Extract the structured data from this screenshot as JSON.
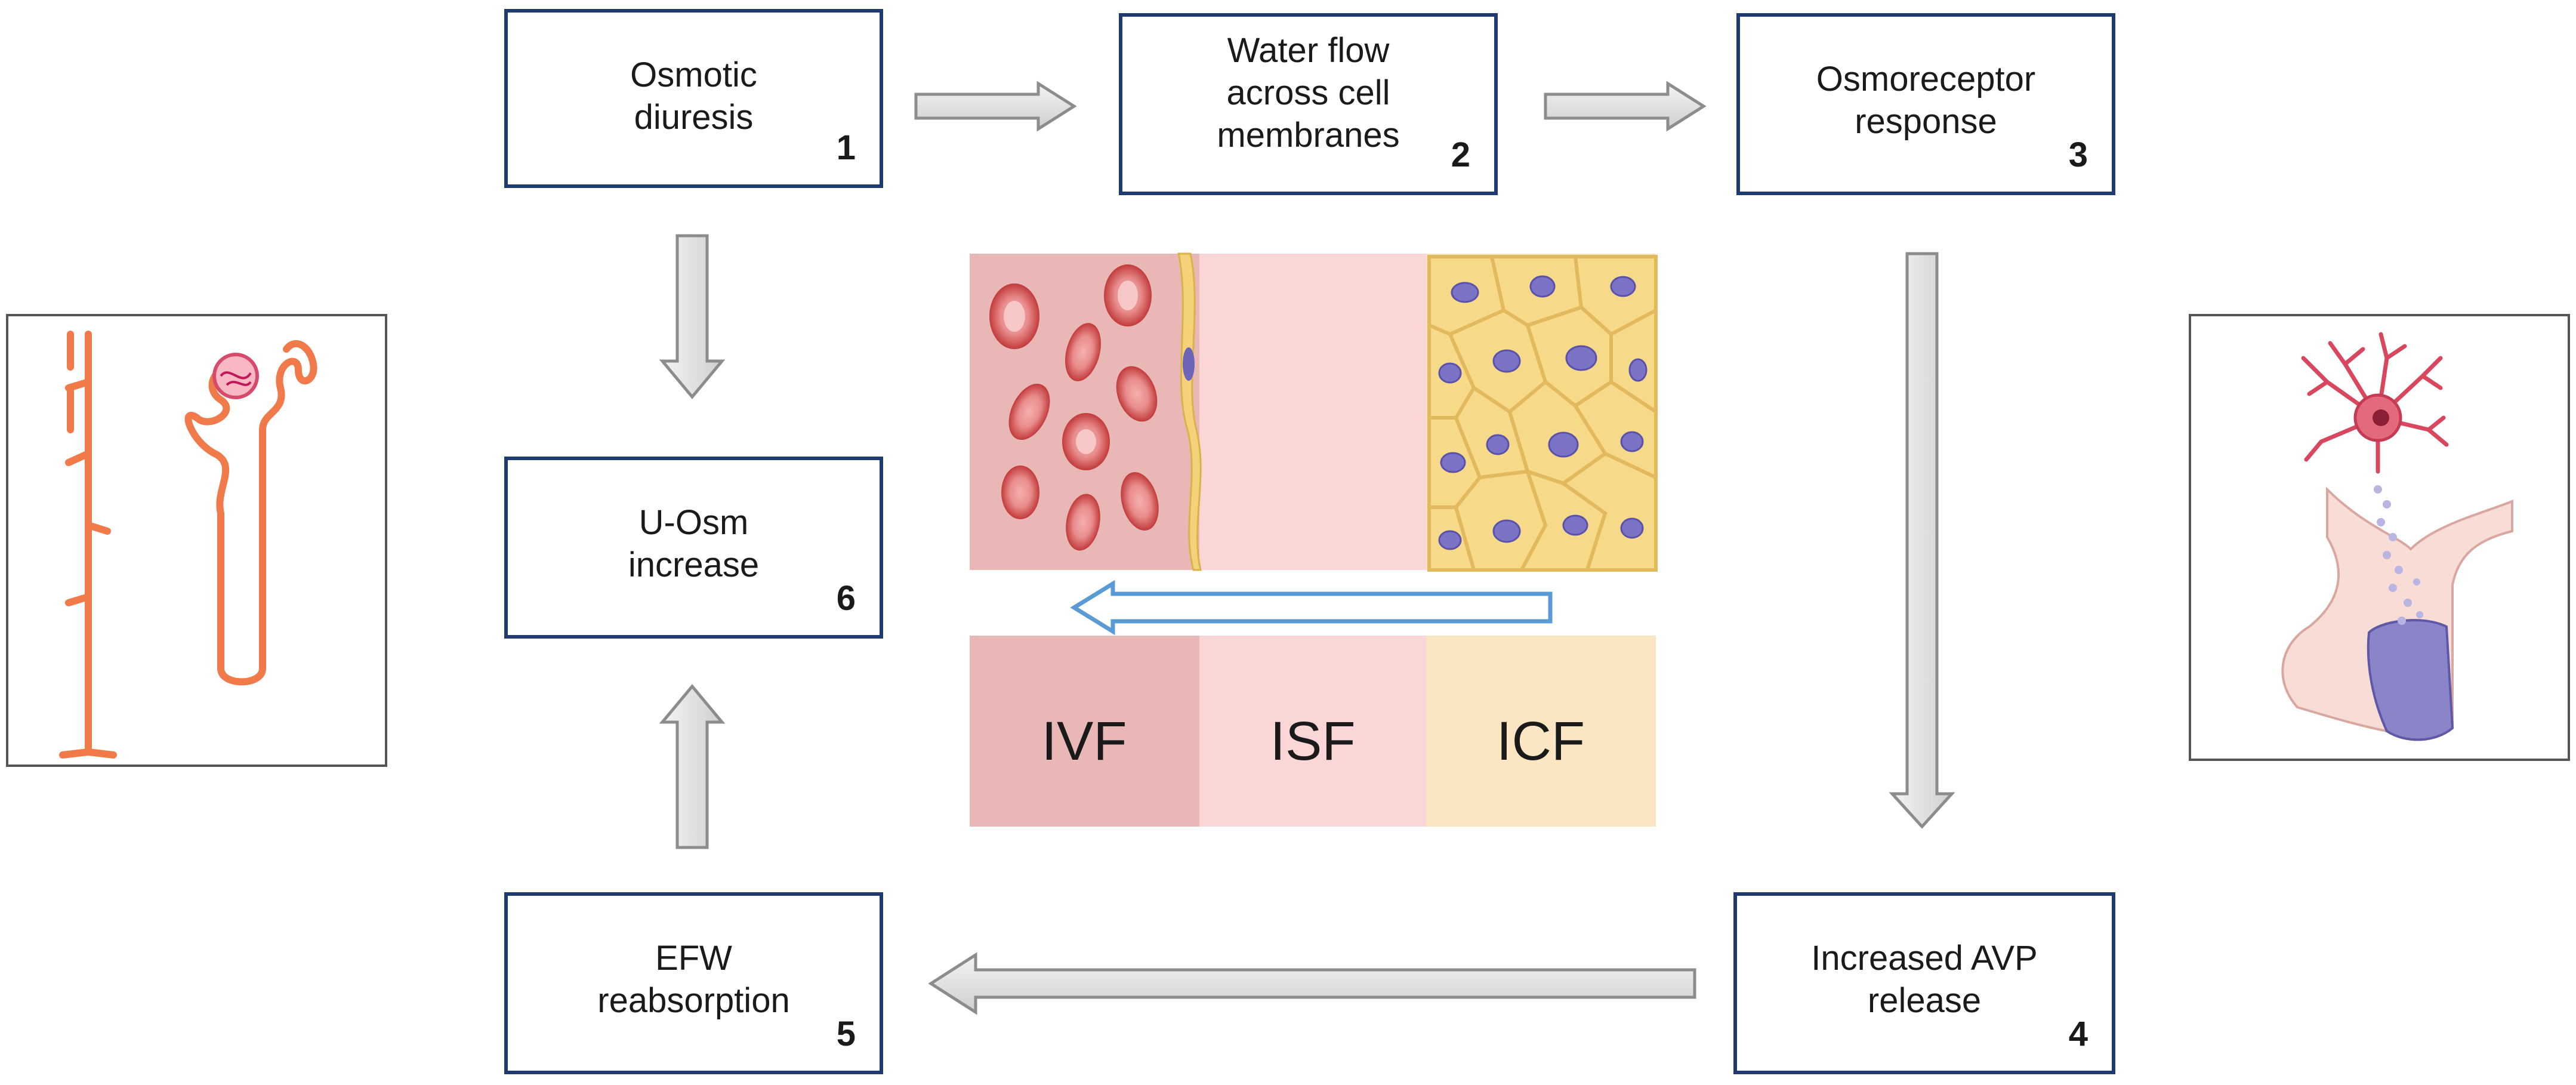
{
  "steps": [
    {
      "id": 1,
      "label": "Osmotic\ndiuresis",
      "number": "1"
    },
    {
      "id": 2,
      "label": "Water flow\nacross cell\nmembranes",
      "number": "2"
    },
    {
      "id": 3,
      "label": "Osmoreceptor\nresponse",
      "number": "3"
    },
    {
      "id": 4,
      "label": "Increased AVP\nrelease",
      "number": "4"
    },
    {
      "id": 5,
      "label": "EFW\nreabsorption",
      "number": "5"
    },
    {
      "id": 6,
      "label": "U-Osm\nincrease",
      "number": "6"
    }
  ],
  "compartments": {
    "ivf": "IVF",
    "isf": "ISF",
    "icf": "ICF"
  },
  "colors": {
    "box_border": "#1f3a6e",
    "ivf": "#eab7b7",
    "isf": "#fbd6d6",
    "icf": "#fbe6c4",
    "flow_arrow": "#5b9bd5",
    "nephron": "#f07a4a",
    "neuron": "#d9475e",
    "pituitary_posterior": "#8a84c8"
  },
  "icons": {
    "left_panel": "nephron-icon",
    "right_panel": "neuron-pituitary-icon",
    "tissue": "cell-compartments-illustration"
  }
}
